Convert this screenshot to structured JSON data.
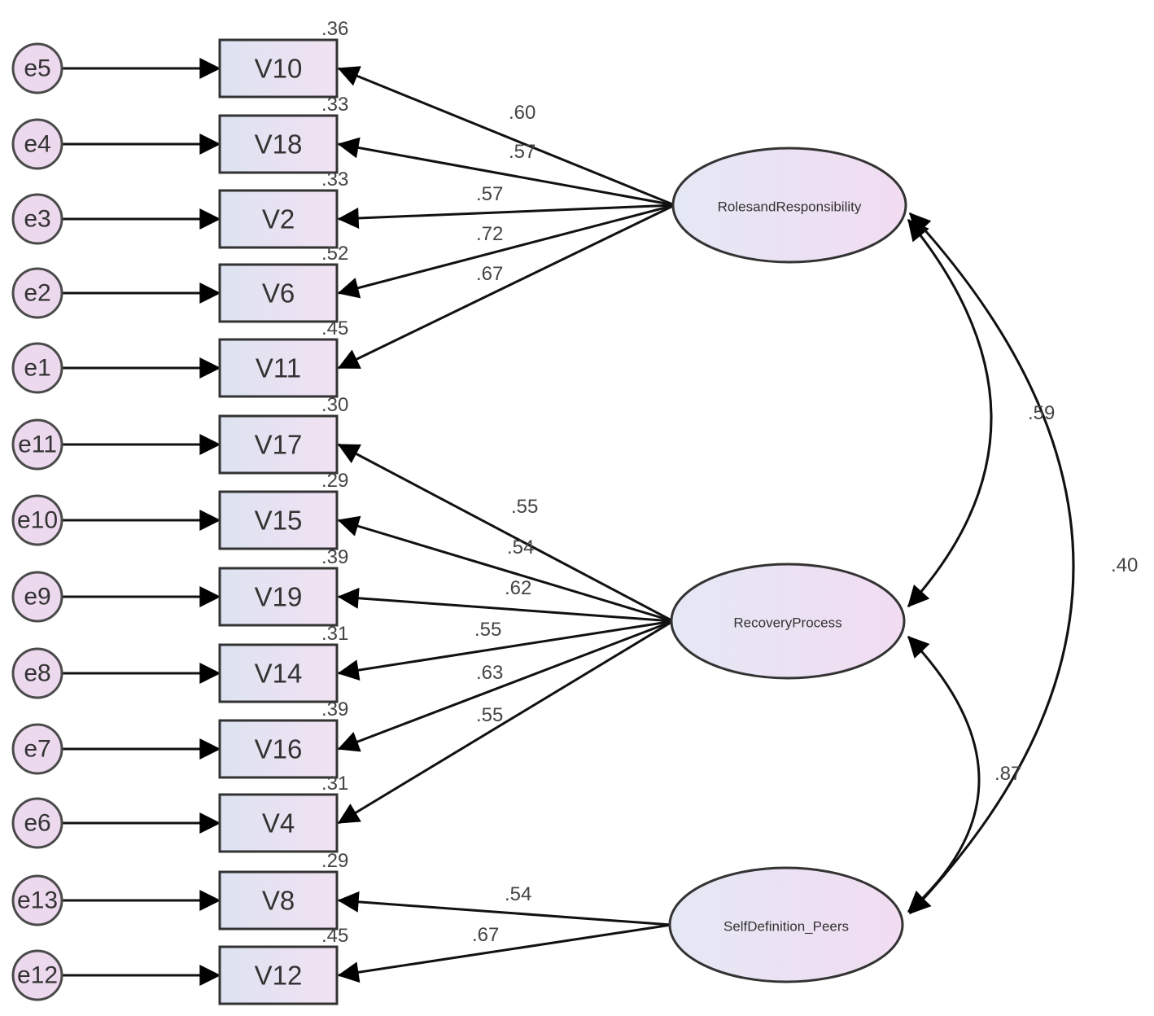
{
  "latents": [
    {
      "id": "RR",
      "label": "RolesandResponsibility"
    },
    {
      "id": "RP",
      "label": "RecoveryProcess"
    },
    {
      "id": "SD",
      "label": "SelfDefinition_Peers"
    }
  ],
  "indicators": [
    {
      "error": "e5",
      "var": "V10",
      "r2": ".36",
      "loading": ".60",
      "factor": "RR"
    },
    {
      "error": "e4",
      "var": "V18",
      "r2": ".33",
      "loading": ".57",
      "factor": "RR"
    },
    {
      "error": "e3",
      "var": "V2",
      "r2": ".33",
      "loading": ".57",
      "factor": "RR"
    },
    {
      "error": "e2",
      "var": "V6",
      "r2": ".52",
      "loading": ".72",
      "factor": "RR"
    },
    {
      "error": "e1",
      "var": "V11",
      "r2": ".45",
      "loading": ".67",
      "factor": "RR"
    },
    {
      "error": "e11",
      "var": "V17",
      "r2": ".30",
      "loading": ".55",
      "factor": "RP"
    },
    {
      "error": "e10",
      "var": "V15",
      "r2": ".29",
      "loading": ".54",
      "factor": "RP"
    },
    {
      "error": "e9",
      "var": "V19",
      "r2": ".39",
      "loading": ".62",
      "factor": "RP"
    },
    {
      "error": "e8",
      "var": "V14",
      "r2": ".31",
      "loading": ".55",
      "factor": "RP"
    },
    {
      "error": "e7",
      "var": "V16",
      "r2": ".39",
      "loading": ".63",
      "factor": "RP"
    },
    {
      "error": "e6",
      "var": "V4",
      "r2": ".31",
      "loading": ".55",
      "factor": "RP"
    },
    {
      "error": "e13",
      "var": "V8",
      "r2": ".29",
      "loading": ".54",
      "factor": "SD"
    },
    {
      "error": "e12",
      "var": "V12",
      "r2": ".45",
      "loading": ".67",
      "factor": "SD"
    }
  ],
  "covariances": [
    {
      "from": "RR",
      "to": "RP",
      "value": ".59"
    },
    {
      "from": "RR",
      "to": "SD",
      "value": ".40"
    },
    {
      "from": "RP",
      "to": "SD",
      "value": ".87"
    }
  ],
  "colors": {
    "error_fill": "#ecd9ee",
    "box_fill_left": "#dde3f1",
    "box_fill_right": "#f1e2f2",
    "latent_fill_left": "#e4e8f4",
    "latent_fill_right": "#f2dcf2",
    "stroke": "#111111"
  }
}
